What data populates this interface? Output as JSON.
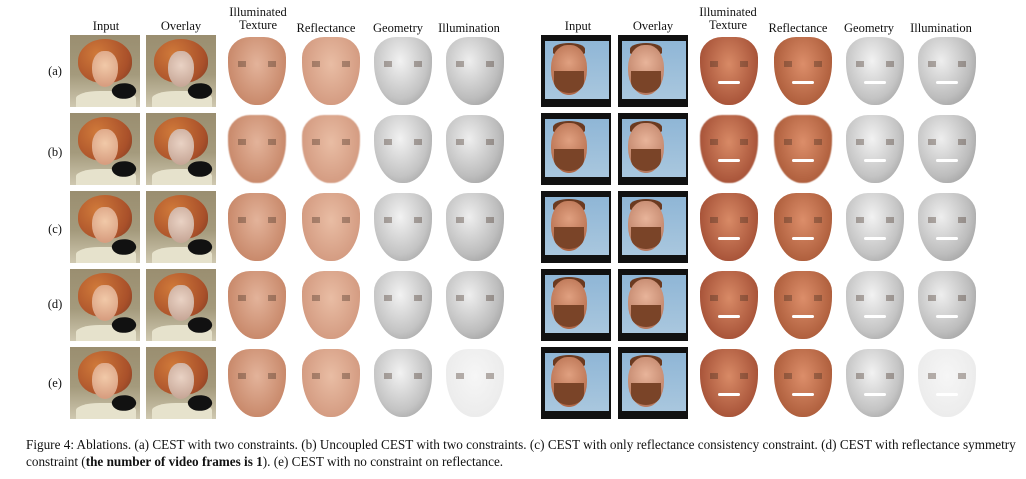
{
  "figure": {
    "left_panel": {
      "headers": [
        "Input",
        "Overlay",
        "Illuminated Texture",
        "Reflectance",
        "Geometry",
        "Illumination"
      ]
    },
    "right_panel": {
      "headers": [
        "Input",
        "Overlay",
        "Illuminated Texture",
        "Reflectance",
        "Geometry",
        "Illumination"
      ]
    },
    "row_labels": [
      "(a)",
      "(b)",
      "(c)",
      "(d)",
      "(e)"
    ]
  },
  "caption": {
    "part1": "Figure 4: Ablations. (a) CEST with two constraints. (b) Uncoupled CEST with two constraints. (c) CEST with only reflectance consistency constraint. (d) CEST with reflectance symmetry constraint (",
    "bold": "the number of video frames is 1",
    "part2": "). (e) CEST with no constraint on reflectance."
  }
}
